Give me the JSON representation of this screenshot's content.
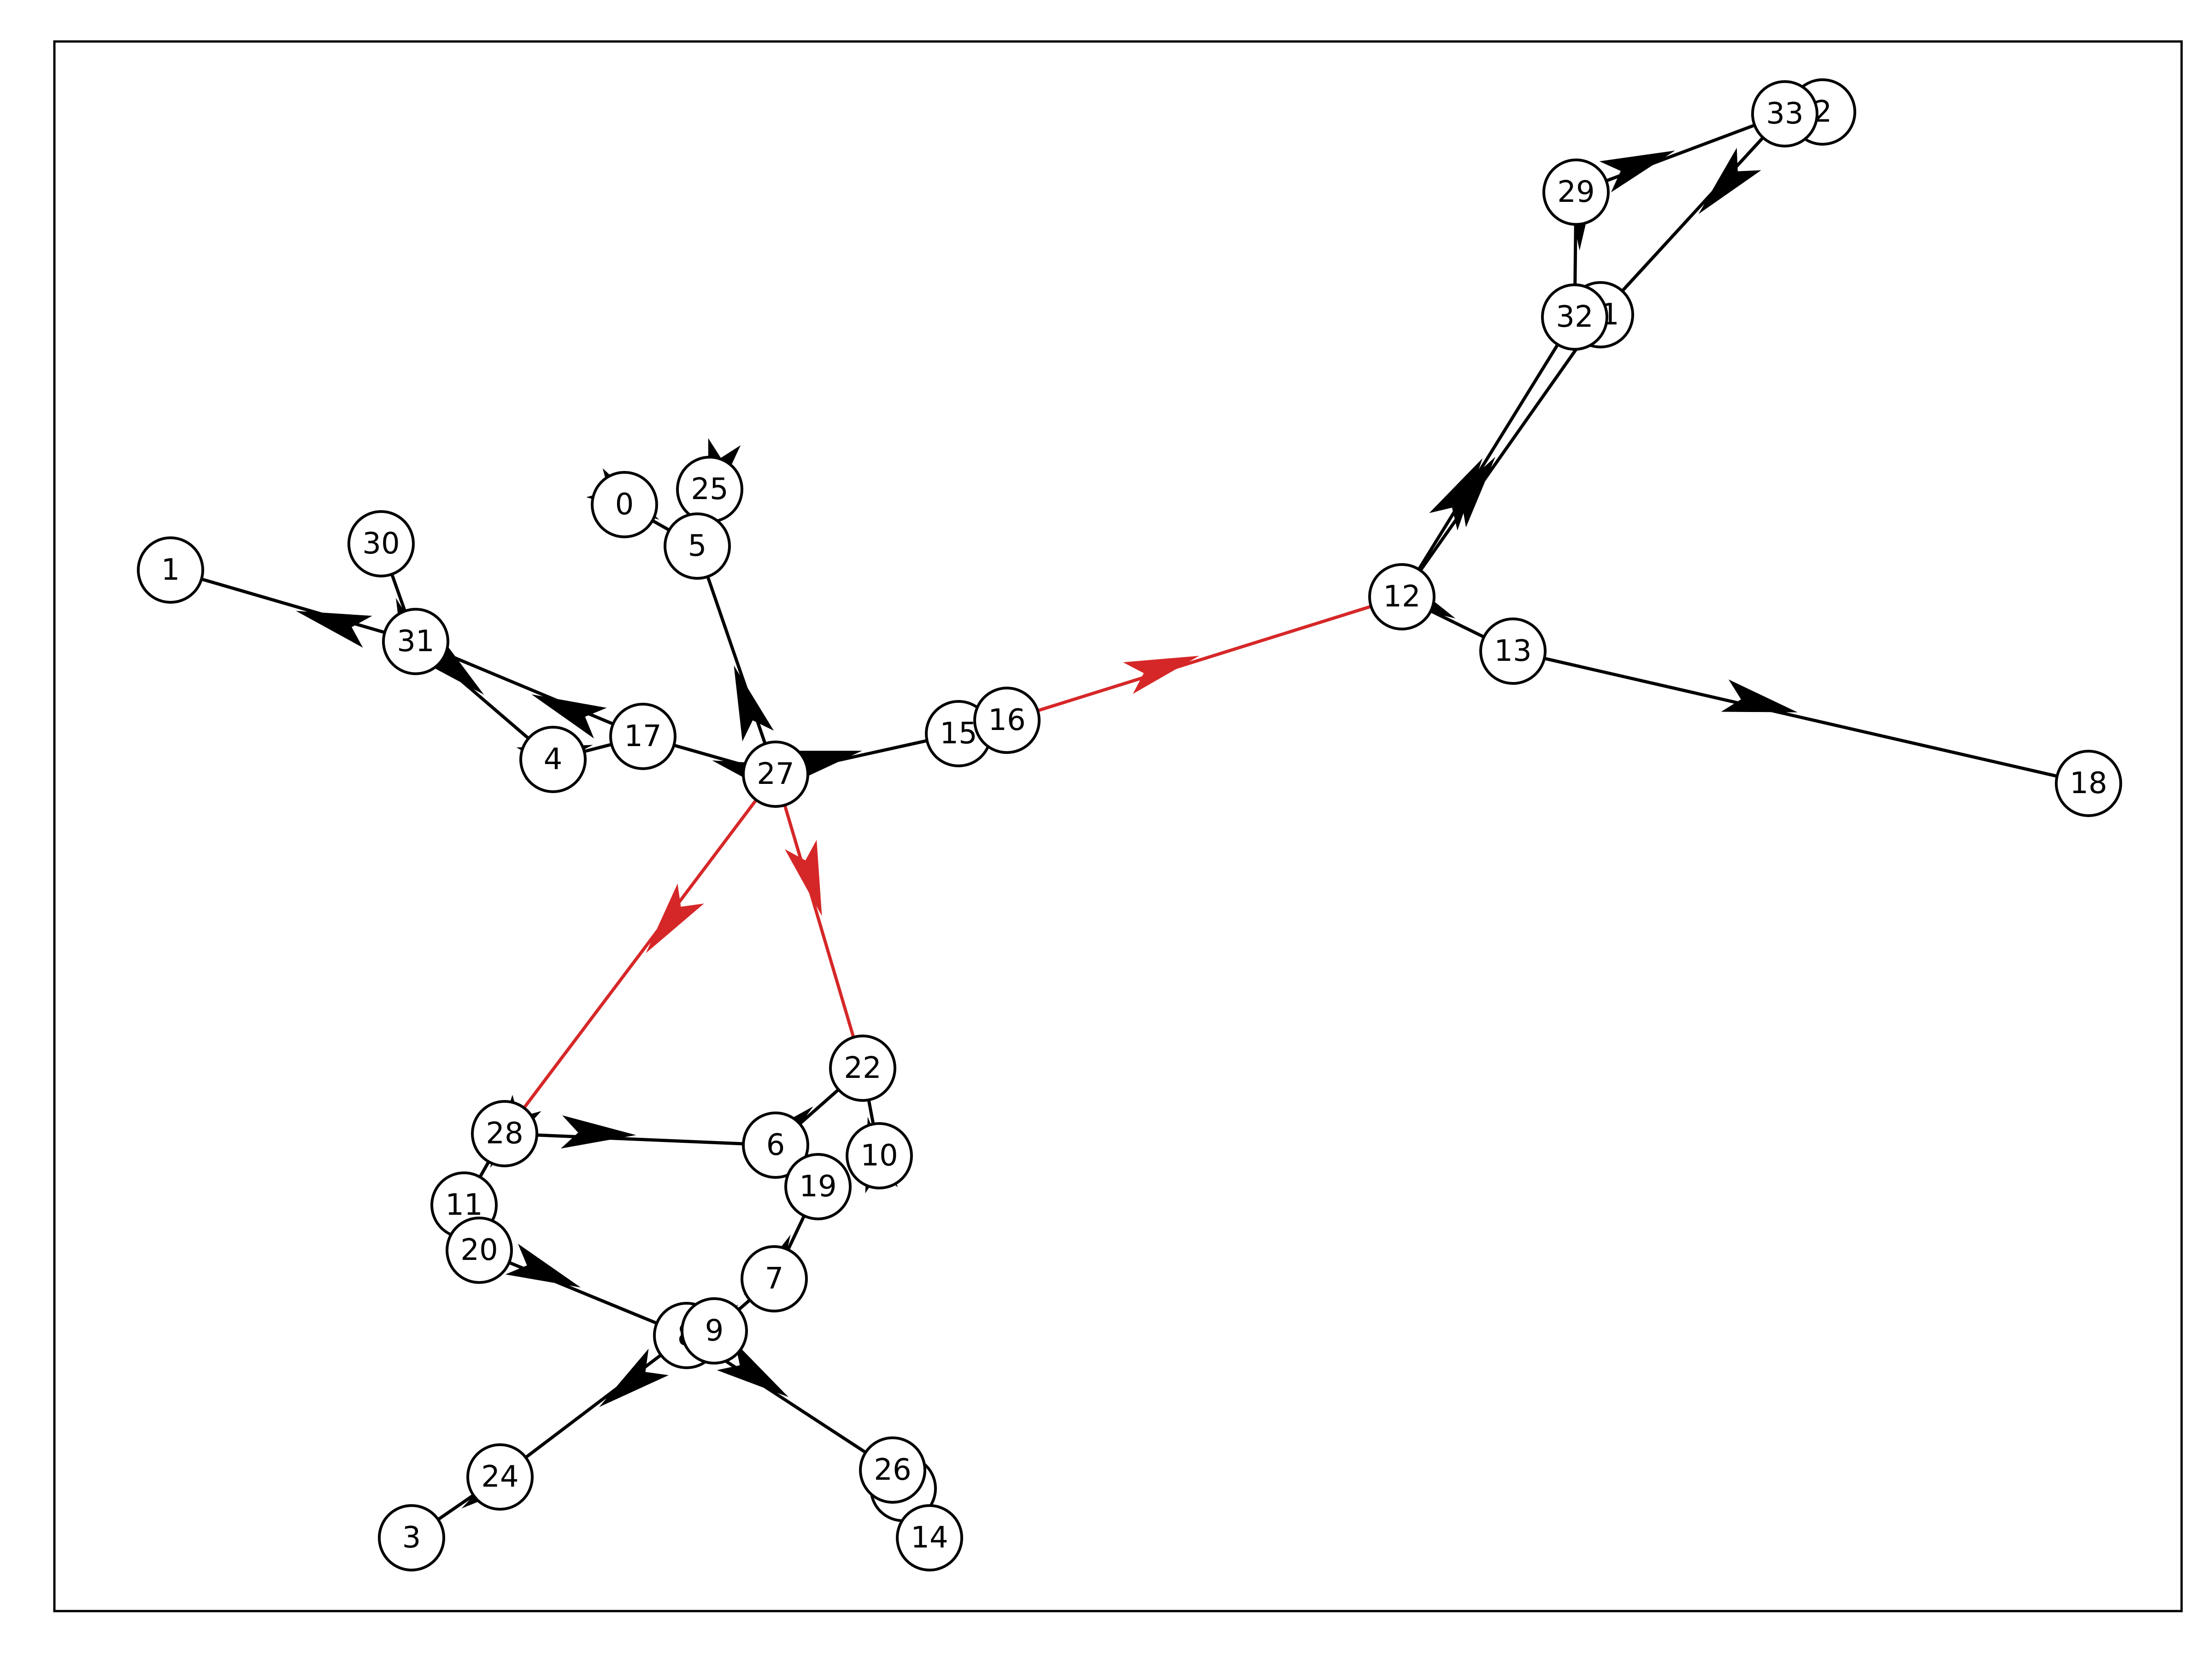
{
  "graph": {
    "directed": true,
    "colors": {
      "default_edge": "#000000",
      "highlight_edge": "#d62728",
      "node_fill": "#ffffff",
      "node_stroke": "#000000"
    },
    "nodes": [
      {
        "id": "0",
        "label": "0"
      },
      {
        "id": "1",
        "label": "1"
      },
      {
        "id": "2",
        "label": "2"
      },
      {
        "id": "3",
        "label": "3"
      },
      {
        "id": "4",
        "label": "4"
      },
      {
        "id": "5",
        "label": "5"
      },
      {
        "id": "6",
        "label": "6"
      },
      {
        "id": "7",
        "label": "7"
      },
      {
        "id": "8",
        "label": "8"
      },
      {
        "id": "9",
        "label": "9"
      },
      {
        "id": "10",
        "label": "10"
      },
      {
        "id": "11",
        "label": "11"
      },
      {
        "id": "12",
        "label": "12"
      },
      {
        "id": "13",
        "label": "13"
      },
      {
        "id": "14",
        "label": "14"
      },
      {
        "id": "15",
        "label": "15"
      },
      {
        "id": "16",
        "label": "16"
      },
      {
        "id": "17",
        "label": "17"
      },
      {
        "id": "18",
        "label": "18"
      },
      {
        "id": "19",
        "label": "19"
      },
      {
        "id": "20",
        "label": "20"
      },
      {
        "id": "21",
        "label": "21"
      },
      {
        "id": "22",
        "label": "22"
      },
      {
        "id": "24",
        "label": "24"
      },
      {
        "id": "25",
        "label": "25"
      },
      {
        "id": "26",
        "label": "26"
      },
      {
        "id": "27",
        "label": "27"
      },
      {
        "id": "28",
        "label": "28"
      },
      {
        "id": "29",
        "label": "29"
      },
      {
        "id": "30",
        "label": "30"
      },
      {
        "id": "31",
        "label": "31"
      },
      {
        "id": "32",
        "label": "32"
      },
      {
        "id": "33",
        "label": "33"
      },
      {
        "id": "34",
        "label": ""
      }
    ],
    "edges": [
      {
        "source": "0",
        "target": "5",
        "highlight": false
      },
      {
        "source": "5",
        "target": "25",
        "highlight": false
      },
      {
        "source": "27",
        "target": "5",
        "highlight": false
      },
      {
        "source": "27",
        "target": "17",
        "highlight": false
      },
      {
        "source": "27",
        "target": "15",
        "highlight": false
      },
      {
        "source": "27",
        "target": "28",
        "highlight": true
      },
      {
        "source": "27",
        "target": "22",
        "highlight": true
      },
      {
        "source": "16",
        "target": "12",
        "highlight": true
      },
      {
        "source": "17",
        "target": "31",
        "highlight": false
      },
      {
        "source": "31",
        "target": "1",
        "highlight": false
      },
      {
        "source": "31",
        "target": "30",
        "highlight": false
      },
      {
        "source": "31",
        "target": "4",
        "highlight": false
      },
      {
        "source": "4",
        "target": "17",
        "highlight": false
      },
      {
        "source": "12",
        "target": "13",
        "highlight": false
      },
      {
        "source": "12",
        "target": "32",
        "highlight": false
      },
      {
        "source": "12",
        "target": "21",
        "highlight": false
      },
      {
        "source": "13",
        "target": "18",
        "highlight": false
      },
      {
        "source": "29",
        "target": "33",
        "highlight": false
      },
      {
        "source": "29",
        "target": "32",
        "highlight": false
      },
      {
        "source": "33",
        "target": "21",
        "highlight": false
      },
      {
        "source": "28",
        "target": "6",
        "highlight": false
      },
      {
        "source": "28",
        "target": "11",
        "highlight": false
      },
      {
        "source": "6",
        "target": "22",
        "highlight": false
      },
      {
        "source": "10",
        "target": "22",
        "highlight": false
      },
      {
        "source": "7",
        "target": "19",
        "highlight": false
      },
      {
        "source": "9",
        "target": "7",
        "highlight": false
      },
      {
        "source": "20",
        "target": "8",
        "highlight": false
      },
      {
        "source": "8",
        "target": "24",
        "highlight": false
      },
      {
        "source": "8",
        "target": "26",
        "highlight": false
      },
      {
        "source": "24",
        "target": "3",
        "highlight": false
      }
    ]
  }
}
